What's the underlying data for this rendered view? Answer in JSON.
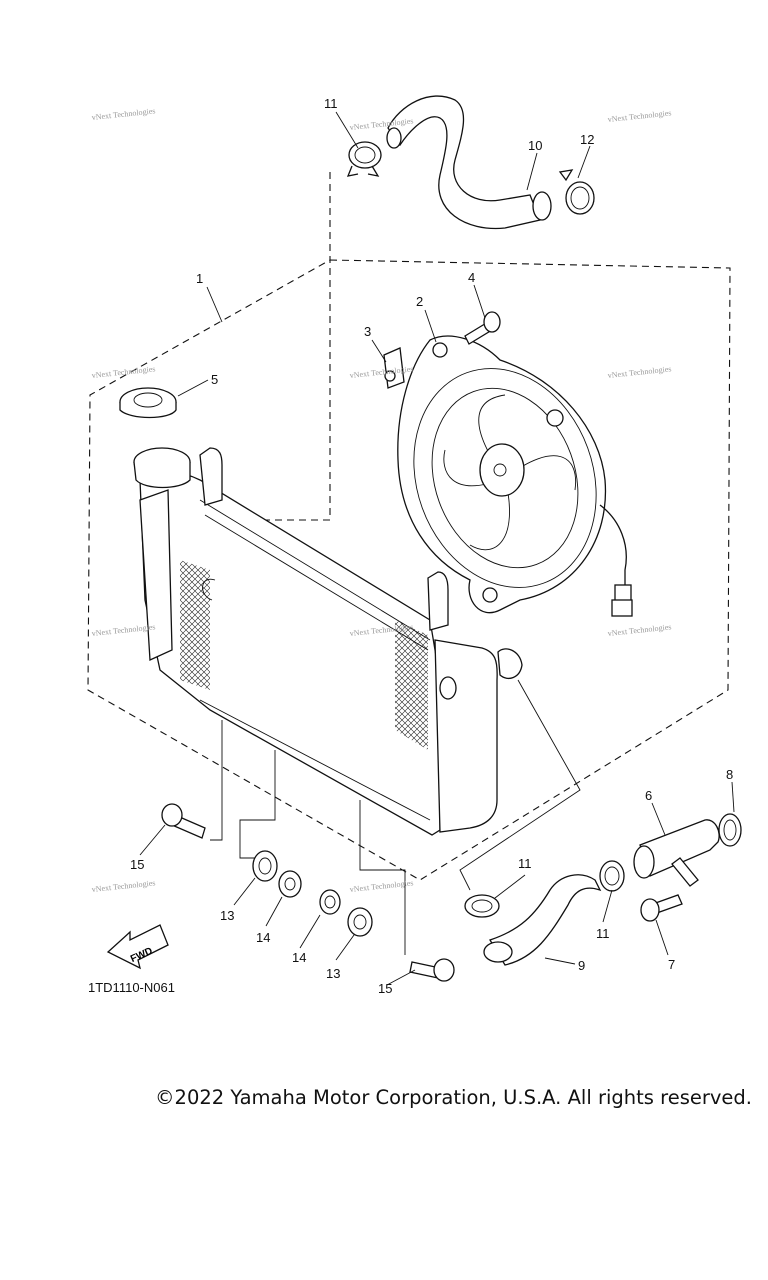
{
  "diagram": {
    "part_labels": [
      "1",
      "2",
      "3",
      "4",
      "5",
      "6",
      "7",
      "8",
      "9",
      "10",
      "11",
      "11",
      "11",
      "12",
      "13",
      "13",
      "14",
      "14",
      "15",
      "15"
    ],
    "figure_code": "1TD1110-N061",
    "fwd_label": "FWD",
    "watermark_text": "vNext Technologies"
  },
  "footer": {
    "copyright": "©2022 Yamaha Motor Corporation, U.S.A. All rights reserved."
  }
}
